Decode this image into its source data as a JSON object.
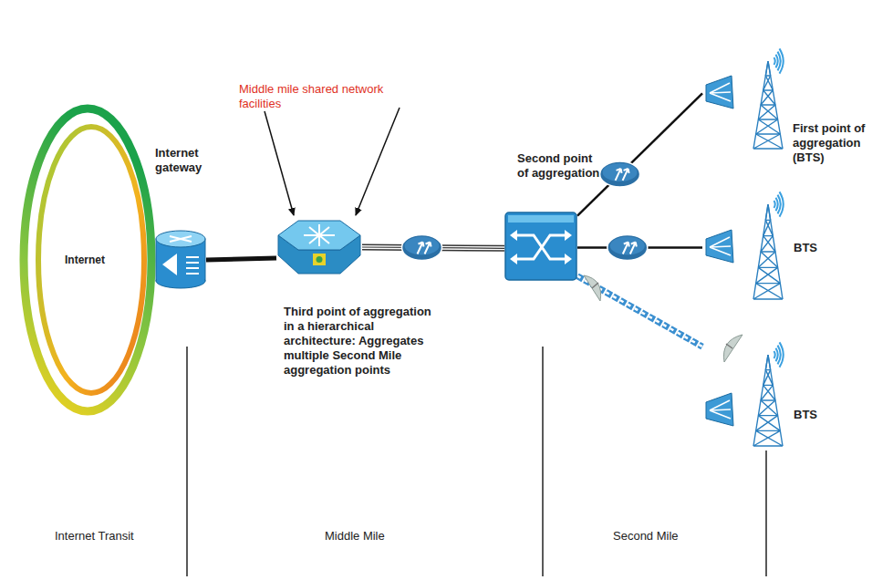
{
  "diagram": {
    "nodes": [
      {
        "text": [
          "Internet"
        ]
      },
      {
        "text": [
          "Internet gateway"
        ]
      },
      {
        "text": [
          "Third point of aggregation in a hierarchical architecture: Aggregates multiple Second Mile aggregation points"
        ]
      },
      {
        "text": [
          "Second point of aggregation"
        ]
      },
      {
        "text": [
          "First point of aggregation (BTS)"
        ]
      },
      {
        "text": [
          "BTS"
        ]
      },
      {
        "text": [
          "BTS"
        ]
      }
    ],
    "edges": [
      {
        "from": 0,
        "to": 1,
        "arrow": "none"
      },
      {
        "from": 1,
        "to": 2,
        "arrow": "none"
      },
      {
        "from": 2,
        "to": 3,
        "arrow": "none"
      },
      {
        "from": 3,
        "to": 4,
        "arrow": "none"
      },
      {
        "from": 3,
        "to": 5,
        "arrow": "none"
      },
      {
        "from": 3,
        "to": 6,
        "arrow": "none"
      }
    ],
    "labels": [
      "Middle mile shared network facilities",
      "Internet Transit",
      "Middle Mile",
      "Second Mile"
    ]
  }
}
